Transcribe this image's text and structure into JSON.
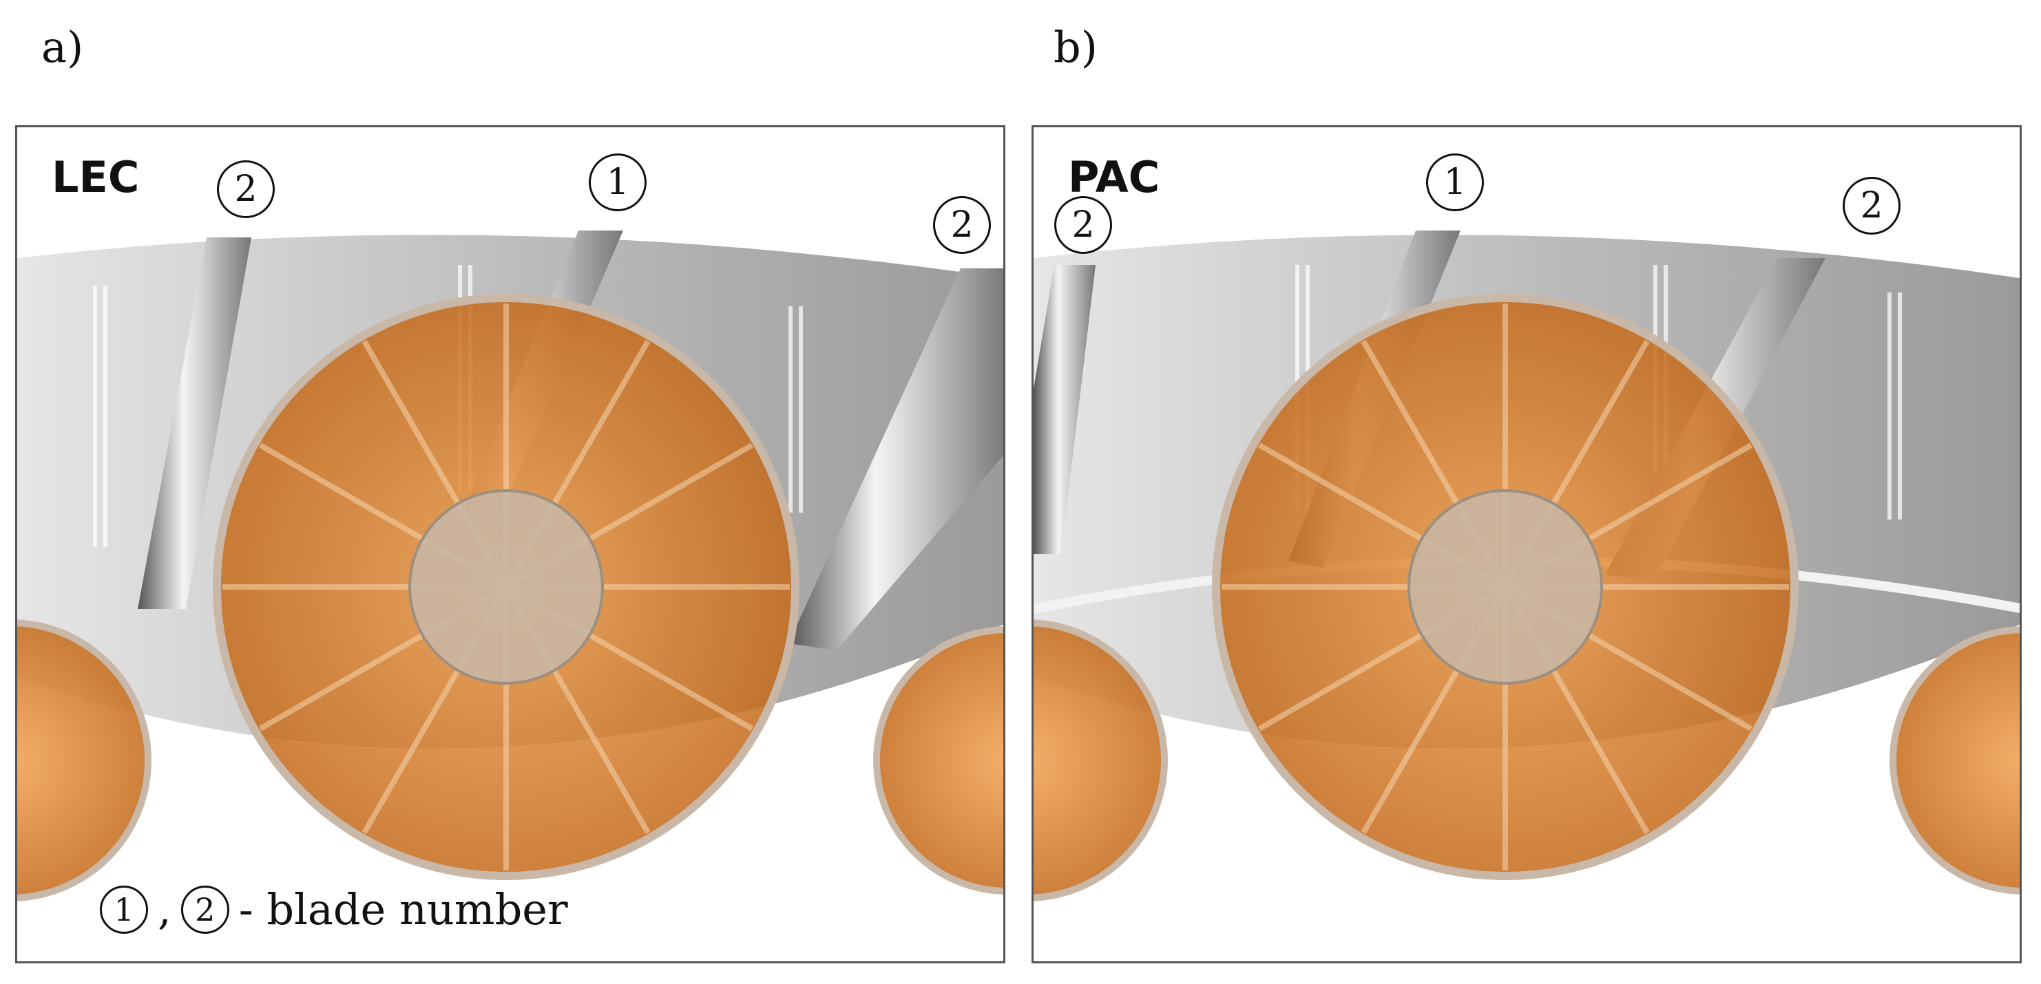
{
  "panels": [
    {
      "letter": "a)",
      "label": "LEC",
      "tags": [
        "2",
        "1",
        "2"
      ]
    },
    {
      "letter": "b)",
      "label": "PAC",
      "tags": [
        "2",
        "1",
        "2"
      ]
    }
  ],
  "legend": {
    "tag1": "1",
    "comma": ",",
    "tag2": "2",
    "text": "- blade number"
  },
  "colors": {
    "rotor_orange": "#e8801e",
    "ring_metal": "#b5b5b5",
    "hub": "#c8b6a2"
  }
}
